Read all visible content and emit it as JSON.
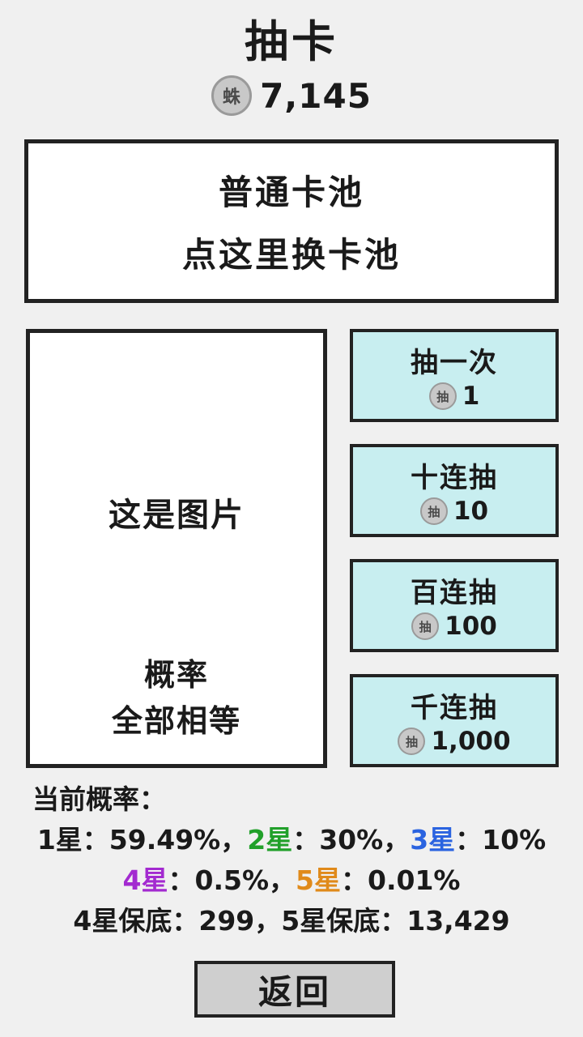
{
  "header": {
    "title": "抽卡",
    "currency_icon": "蛛",
    "currency_amount": "7,145"
  },
  "pool": {
    "name": "普通卡池",
    "switch_hint": "点这里换卡池"
  },
  "card_panel": {
    "image_placeholder": "这是图片",
    "rate_note_line1": "概率",
    "rate_note_line2": "全部相等"
  },
  "draw_buttons": [
    {
      "label": "抽一次",
      "cost_icon": "抽",
      "cost": "1"
    },
    {
      "label": "十连抽",
      "cost_icon": "抽",
      "cost": "10"
    },
    {
      "label": "百连抽",
      "cost_icon": "抽",
      "cost": "100"
    },
    {
      "label": "千连抽",
      "cost_icon": "抽",
      "cost": "1,000"
    }
  ],
  "rates": {
    "heading": "当前概率：",
    "star1_label": "1星：",
    "star1_value": "59.49%，",
    "star2_label": "2星",
    "star2_value": "：30%，",
    "star3_label": "3星",
    "star3_value": "：10%",
    "star4_label": "4星",
    "star4_value": "：0.5%，",
    "star5_label": "5星",
    "star5_value": "：0.01%",
    "pity_line": "4星保底：299，5星保底：13,429"
  },
  "footer": {
    "back_label": "返回"
  },
  "colors": {
    "background": "#f0f0f0",
    "panel": "#ffffff",
    "outline": "#222222",
    "draw_button": "#c8eef0",
    "back_button": "#cfcfcf",
    "star2": "#21a02a",
    "star3": "#2a63e0",
    "star4": "#a32ad0",
    "star5": "#e08a1a"
  }
}
